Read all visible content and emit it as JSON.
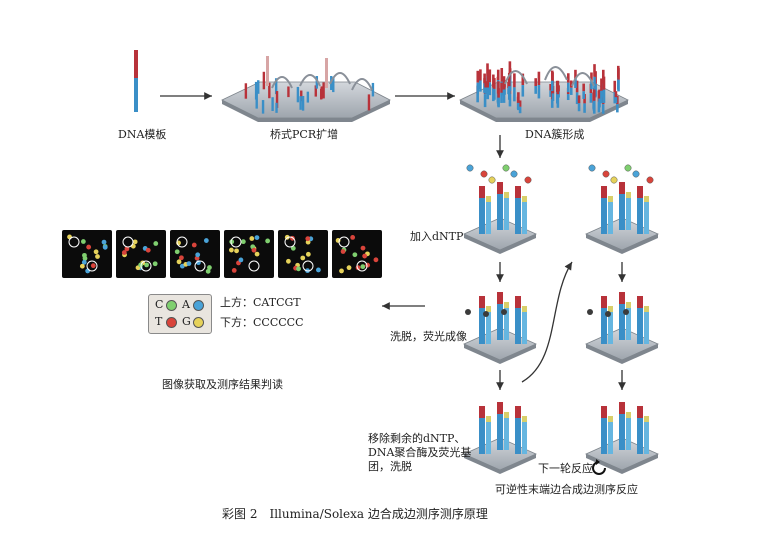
{
  "labels": {
    "dna_template": "DNA模板",
    "bridge_pcr": "桥式PCR扩增",
    "cluster_formation": "DNA簇形成",
    "add_dntp": "加入dNTP",
    "wash_image": "洗脱，荧光成像",
    "remove_reagents": "移除剩余的dNTP、DNA聚合酶及荧光基团，洗脱",
    "next_round": "下一轮反应",
    "reversible_terminator": "可逆性末端边合成边测序反应",
    "image_acquisition": "图像获取及测序结果判读"
  },
  "legend": {
    "c": "C",
    "a": "A",
    "t": "T",
    "g": "G",
    "top_read": "上方：CATCGT",
    "bottom_read": "下方：CCCCCC"
  },
  "caption": "彩图 2　Illumina/Solexa 边合成边测序测序原理",
  "colors": {
    "C": "#7fcf6f",
    "A": "#4aa3d8",
    "T": "#d9443b",
    "G": "#e6d25a",
    "plate": "#b9bfc6",
    "strand_blue": "#3a8fc7",
    "strand_red": "#b8323a"
  }
}
